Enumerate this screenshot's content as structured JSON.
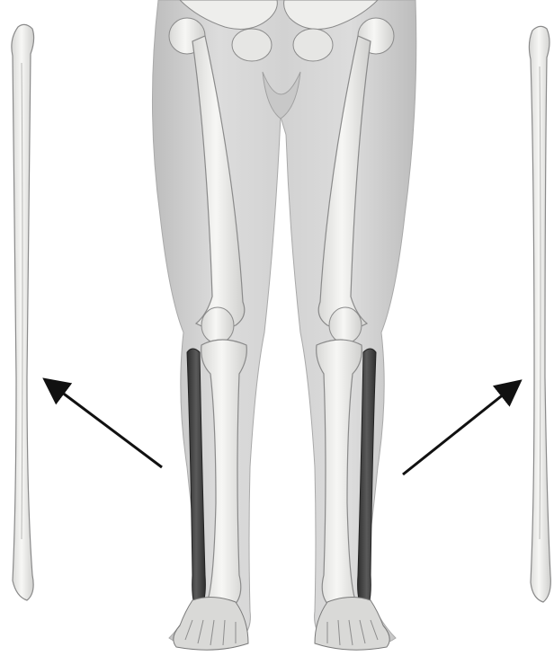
{
  "figure": {
    "subject": "lower-limb-skeleton-fibula-highlight",
    "labels": [],
    "colors": {
      "background": "#ffffff",
      "body_silhouette": "#cfcfcf",
      "bone": "#f4f4f2",
      "bone_outline": "#8a8a8a",
      "highlighted_bone": "#4a4a4a",
      "arrow": "#111111"
    },
    "callouts": [
      {
        "side": "left",
        "points_to": "left-isolated-fibula"
      },
      {
        "side": "right",
        "points_to": "right-isolated-fibula"
      }
    ]
  }
}
